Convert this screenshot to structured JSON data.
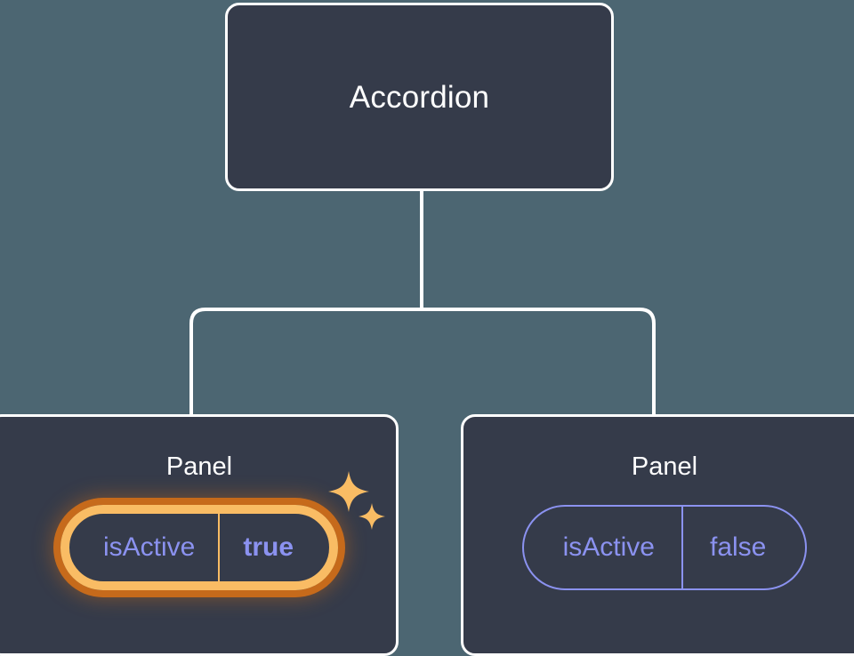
{
  "diagram": {
    "type": "component-tree",
    "background_color": "#4c6672",
    "node_fill_color": "#353b4a",
    "node_border_color": "#ffffff",
    "connector_color": "#ffffff",
    "prop_text_color": "#8b92f0",
    "highlight_outer_color": "#c66a1b",
    "highlight_inner_color": "#f9bc64",
    "root": {
      "title": "Accordion"
    },
    "children": [
      {
        "title": "Panel",
        "highlighted": true,
        "prop": {
          "key": "isActive",
          "value": "true",
          "value_bold": true
        },
        "sparkle_icons": [
          "sparkle-large-icon",
          "sparkle-small-icon"
        ]
      },
      {
        "title": "Panel",
        "highlighted": false,
        "prop": {
          "key": "isActive",
          "value": "false",
          "value_bold": false
        }
      }
    ]
  }
}
